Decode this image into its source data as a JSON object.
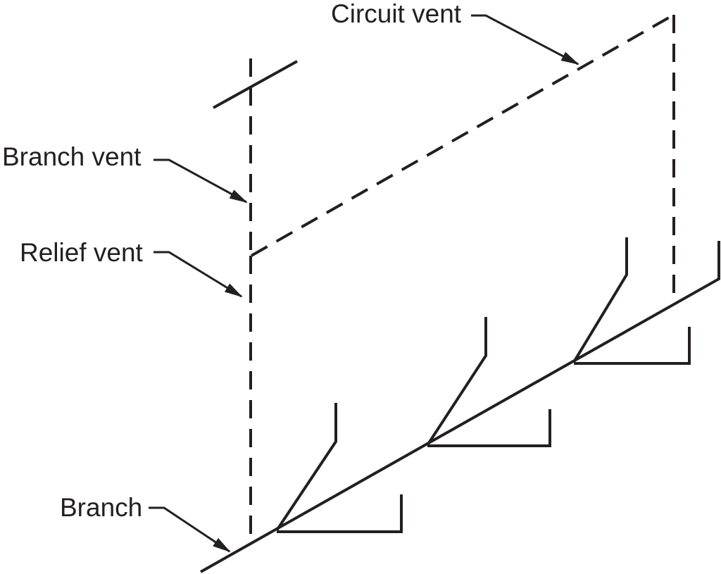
{
  "diagram": {
    "type": "plumbing-circuit-vent-isometric",
    "background_color": "#ffffff",
    "line_color": "#231f20",
    "labels": {
      "circuit_vent": "Circuit vent",
      "branch_vent": "Branch vent",
      "relief_vent": "Relief vent",
      "branch": "Branch"
    },
    "fixture_connection_count": 4,
    "line_styles": {
      "vent_lines": "dashed",
      "drain_lines": "solid"
    }
  }
}
